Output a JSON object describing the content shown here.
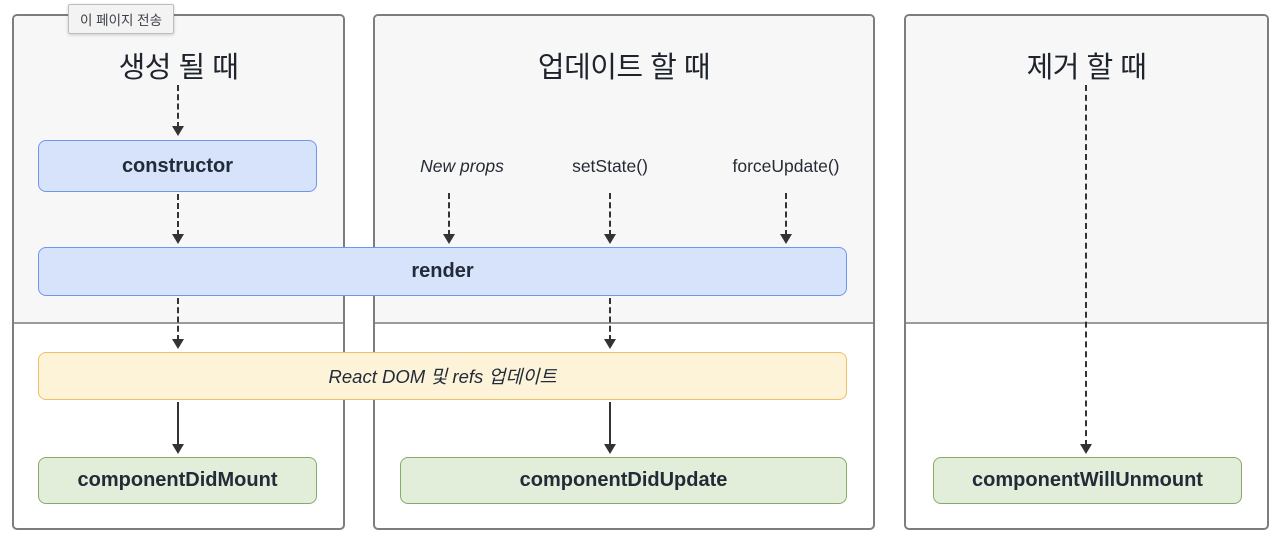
{
  "tooltip": {
    "label": "이 페이지 전송"
  },
  "panels": [
    {
      "id": "mount",
      "title": "생성 될 때"
    },
    {
      "id": "update",
      "title": "업데이트 할 때"
    },
    {
      "id": "unmount",
      "title": "제거 할 때"
    }
  ],
  "triggers": [
    {
      "label": "New props"
    },
    {
      "label": "setState()"
    },
    {
      "label": "forceUpdate()"
    }
  ],
  "nodes": {
    "constructor": "constructor",
    "render": "render",
    "react_dom": "React DOM 및 refs 업데이트",
    "component_did_mount": "componentDidMount",
    "component_did_update": "componentDidUpdate",
    "component_will_unmount": "componentWillUnmount"
  },
  "colors": {
    "method_bg": "#d7e2fb",
    "method_border": "#6f96ee",
    "sideeffect_bg": "#fdf3d9",
    "sideeffect_border": "#f0bf62",
    "lifecycle_bg": "#e2eeda",
    "lifecycle_border": "#85ab68",
    "panel_shade": "#f7f7f8",
    "panel_border": "#7d7d7d",
    "arrow": "#333333",
    "text": "#20262e"
  }
}
